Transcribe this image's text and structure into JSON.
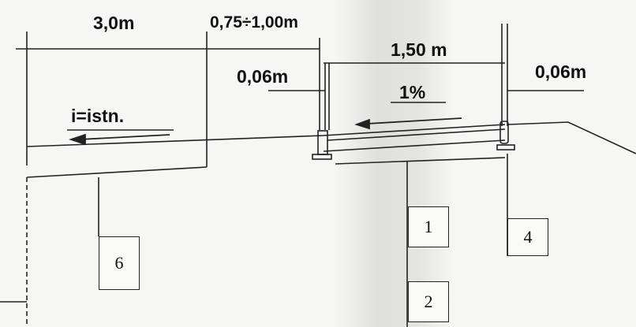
{
  "dimensions": {
    "width_shoulder": "3,0m",
    "width_margin": "0,75÷1,00m",
    "width_sidewalk": "1,50 m",
    "edge_left": "0,06m",
    "edge_right": "0,06m",
    "slope_sidewalk": "1%",
    "slope_road": "i=istn."
  },
  "callouts": [
    "1",
    "2",
    "4",
    "6"
  ]
}
